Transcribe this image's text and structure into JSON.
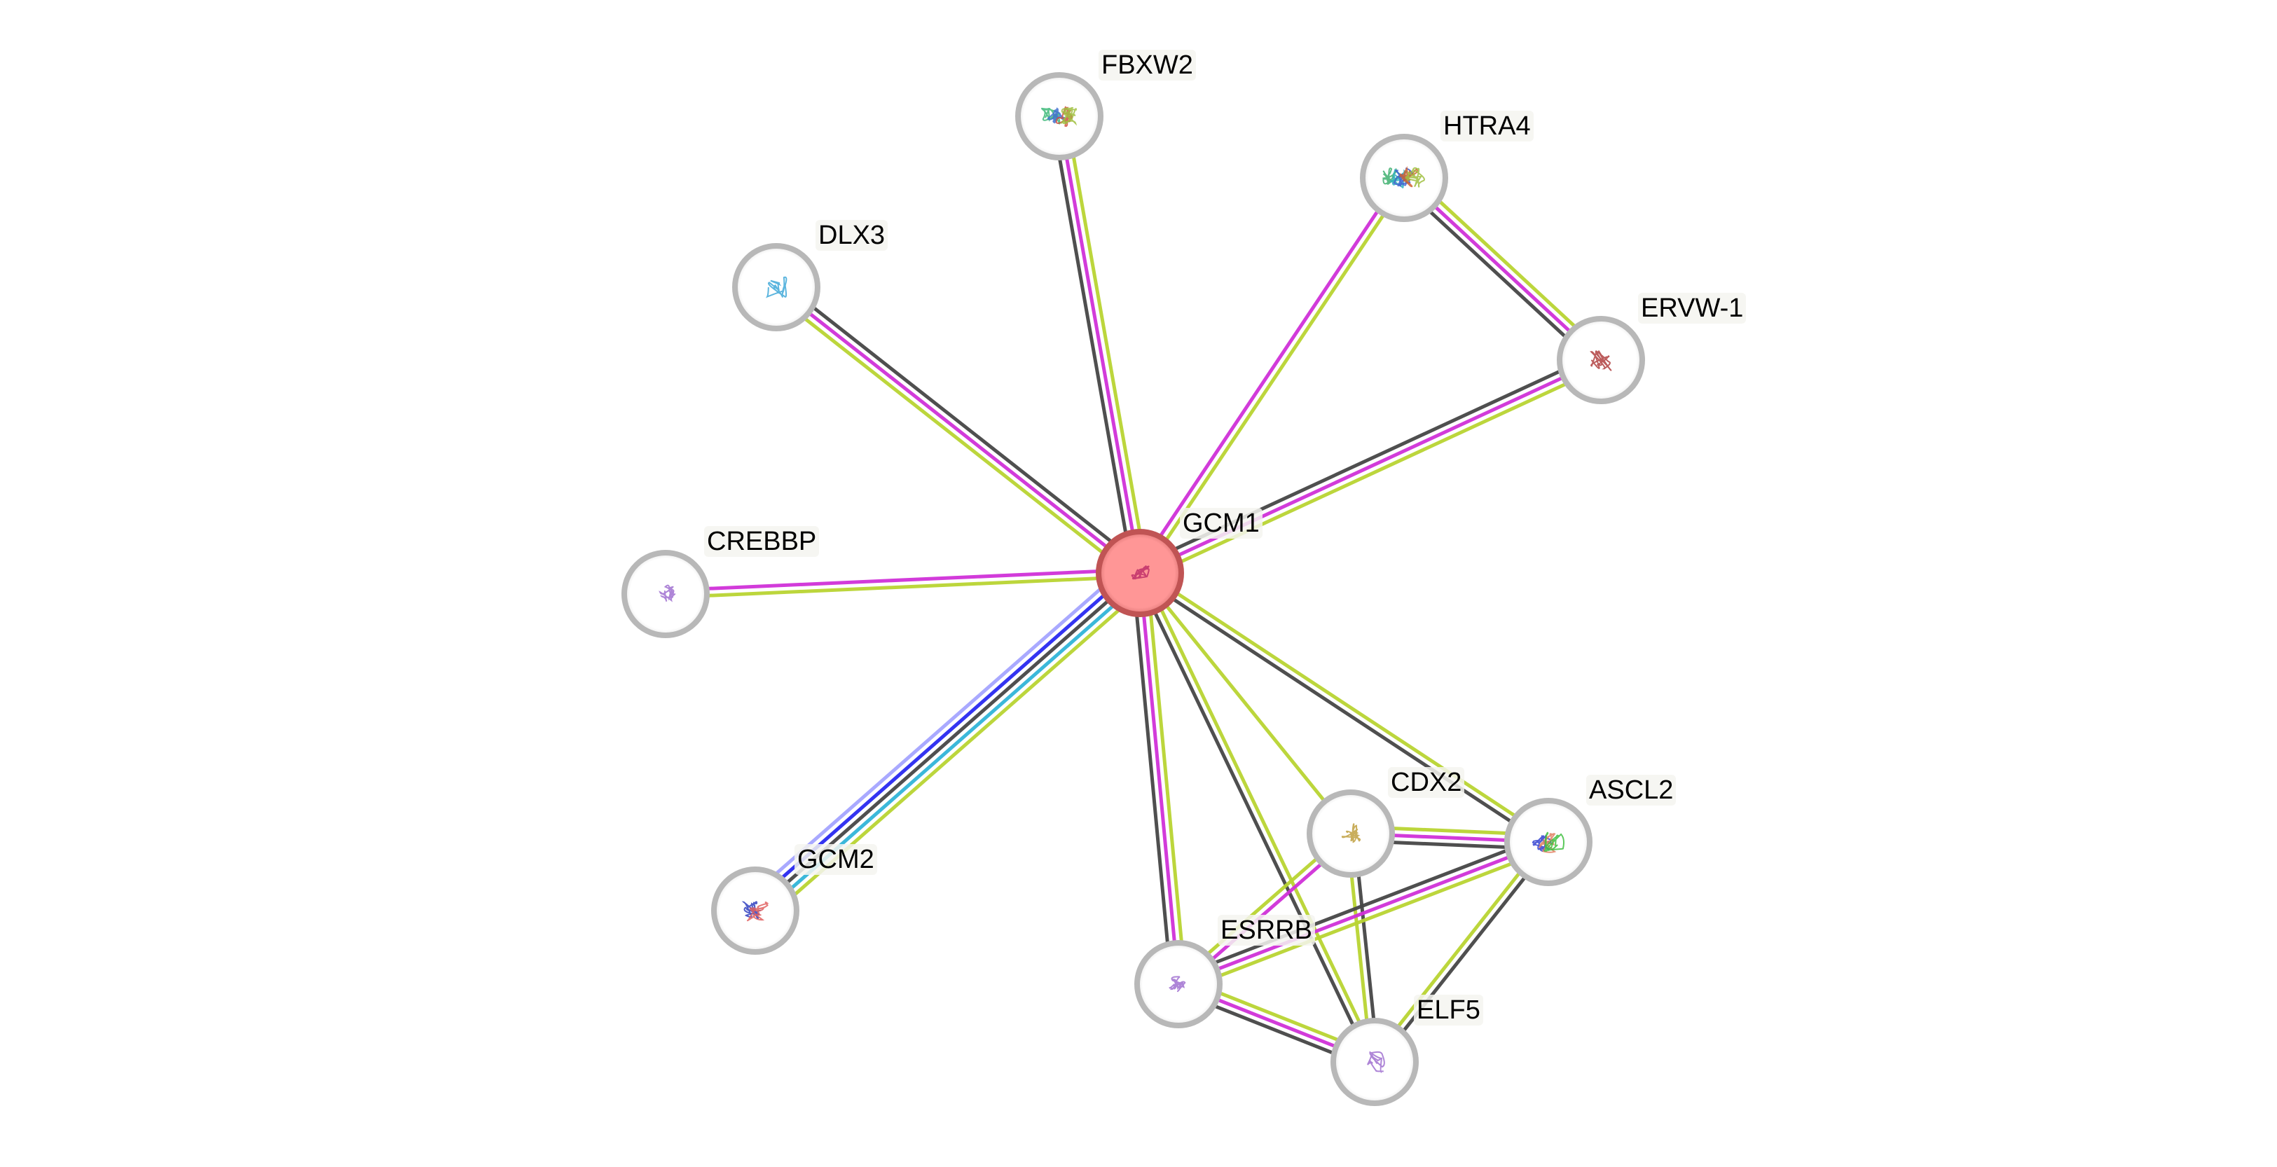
{
  "title": "Protein interaction network",
  "colors": {
    "background": "#ffffff",
    "query_node_fill": "#ff9696",
    "query_node_border": "#c05454",
    "node_fill": "#ffffff",
    "node_border": "#b8b8b8",
    "label_text": "#000000",
    "evidence": {
      "textmining": "#b8d432",
      "experiments": "#d030d8",
      "coexpression": "#464646",
      "database": "#30b4d8",
      "homology": "#2828f0",
      "cooccurrence": "#a0a0ff"
    }
  },
  "nodes": [
    {
      "id": "GCM1",
      "label": "GCM1",
      "query": true,
      "structure_colors": [
        "#c0306a"
      ]
    },
    {
      "id": "FBXW2",
      "label": "FBXW2",
      "query": false,
      "structure_colors": [
        "#3cb878",
        "#4070d0",
        "#d05040",
        "#a0c040"
      ]
    },
    {
      "id": "HTRA4",
      "label": "HTRA4",
      "query": false,
      "structure_colors": [
        "#40b070",
        "#30b0c0",
        "#4060d0",
        "#d06030",
        "#a0c040"
      ]
    },
    {
      "id": "DLX3",
      "label": "DLX3",
      "query": false,
      "structure_colors": [
        "#40a8d8"
      ]
    },
    {
      "id": "ERVW-1",
      "label": "ERVW-1",
      "query": false,
      "structure_colors": [
        "#b04040"
      ]
    },
    {
      "id": "CREBBP",
      "label": "CREBBP",
      "query": false,
      "structure_colors": [
        "#a070d0"
      ]
    },
    {
      "id": "GCM2",
      "label": "GCM2",
      "query": false,
      "structure_colors": [
        "#3040c0",
        "#e06060"
      ]
    },
    {
      "id": "CDX2",
      "label": "CDX2",
      "query": false,
      "structure_colors": [
        "#c0a040"
      ]
    },
    {
      "id": "ASCL2",
      "label": "ASCL2",
      "query": false,
      "structure_colors": [
        "#3040d0",
        "#e08060",
        "#40c040"
      ]
    },
    {
      "id": "ESRRB",
      "label": "ESRRB",
      "query": false,
      "structure_colors": [
        "#a070d0"
      ]
    },
    {
      "id": "ELF5",
      "label": "ELF5",
      "query": false,
      "structure_colors": [
        "#a070d0"
      ]
    }
  ],
  "edges": [
    {
      "source": "GCM1",
      "target": "FBXW2",
      "evidence": [
        "coexpression",
        "experiments",
        "textmining"
      ]
    },
    {
      "source": "GCM1",
      "target": "HTRA4",
      "evidence": [
        "experiments",
        "textmining"
      ]
    },
    {
      "source": "GCM1",
      "target": "DLX3",
      "evidence": [
        "textmining",
        "experiments",
        "coexpression"
      ]
    },
    {
      "source": "GCM1",
      "target": "ERVW-1",
      "evidence": [
        "coexpression",
        "experiments",
        "textmining"
      ]
    },
    {
      "source": "GCM1",
      "target": "CREBBP",
      "evidence": [
        "textmining",
        "experiments"
      ]
    },
    {
      "source": "GCM1",
      "target": "GCM2",
      "evidence": [
        "textmining",
        "database",
        "coexpression",
        "homology",
        "cooccurrence"
      ]
    },
    {
      "source": "GCM1",
      "target": "ESRRB",
      "evidence": [
        "textmining",
        "experiments",
        "coexpression"
      ]
    },
    {
      "source": "GCM1",
      "target": "ELF5",
      "evidence": [
        "textmining",
        "coexpression"
      ]
    },
    {
      "source": "GCM1",
      "target": "CDX2",
      "evidence": [
        "textmining"
      ]
    },
    {
      "source": "GCM1",
      "target": "ASCL2",
      "evidence": [
        "textmining",
        "coexpression"
      ]
    },
    {
      "source": "HTRA4",
      "target": "ERVW-1",
      "evidence": [
        "textmining",
        "experiments",
        "coexpression"
      ]
    },
    {
      "source": "CDX2",
      "target": "ASCL2",
      "evidence": [
        "textmining",
        "experiments",
        "coexpression"
      ]
    },
    {
      "source": "CDX2",
      "target": "ESRRB",
      "evidence": [
        "experiments",
        "textmining"
      ]
    },
    {
      "source": "CDX2",
      "target": "ELF5",
      "evidence": [
        "coexpression",
        "textmining"
      ]
    },
    {
      "source": "ASCL2",
      "target": "ESRRB",
      "evidence": [
        "textmining",
        "experiments",
        "coexpression"
      ]
    },
    {
      "source": "ASCL2",
      "target": "ELF5",
      "evidence": [
        "coexpression",
        "textmining"
      ]
    },
    {
      "source": "ESRRB",
      "target": "ELF5",
      "evidence": [
        "textmining",
        "experiments",
        "coexpression"
      ]
    }
  ]
}
